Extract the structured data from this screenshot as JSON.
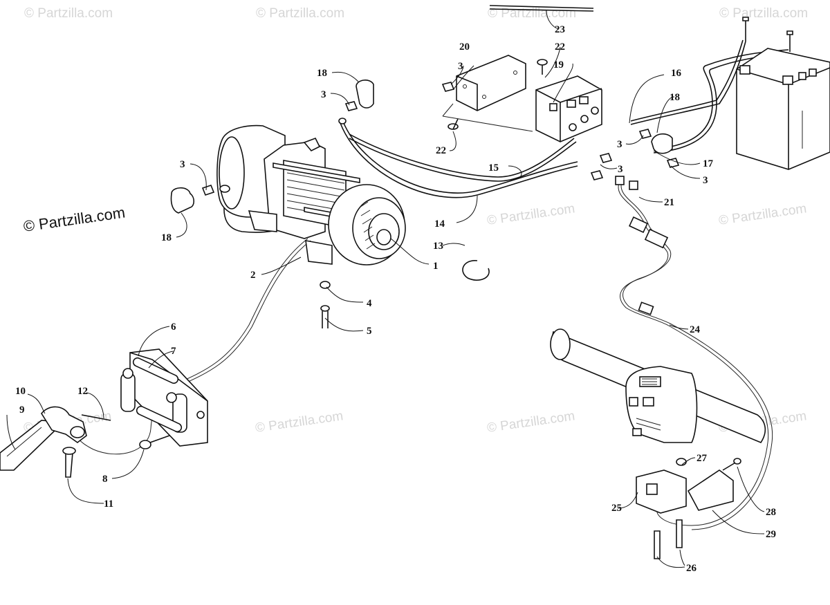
{
  "watermark": "© Partzilla.com",
  "brand": "© Partzilla.com",
  "callouts": {
    "c1": "1",
    "c2": "2",
    "c3a": "3",
    "c3b": "3",
    "c3c": "3",
    "c3d": "3",
    "c3e": "3",
    "c3f": "3",
    "c4": "4",
    "c5": "5",
    "c6": "6",
    "c7": "7",
    "c8": "8",
    "c9": "9",
    "c10": "10",
    "c11": "11",
    "c12": "12",
    "c13": "13",
    "c14": "14",
    "c15": "15",
    "c16": "16",
    "c17": "17",
    "c18a": "18",
    "c18b": "18",
    "c18c": "18",
    "c19": "19",
    "c20": "20",
    "c21": "21",
    "c22a": "22",
    "c22b": "22",
    "c23": "23",
    "c24": "24",
    "c25": "25",
    "c26": "26",
    "c27": "27",
    "c28": "28",
    "c29": "29"
  }
}
